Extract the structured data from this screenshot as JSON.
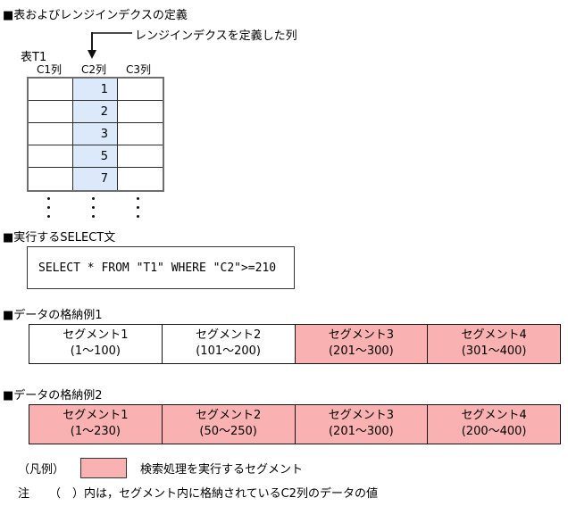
{
  "colors": {
    "page_bg": "#ffffff",
    "highlight_blue": "#dbe9fa",
    "highlight_pink": "#f9b1b1"
  },
  "definition": {
    "heading": "■表およびレンジインデクスの定義",
    "arrow_label": "レンジインデクスを定義した列",
    "table_name": "表T1",
    "columns": [
      "C1列",
      "C2列",
      "C3列"
    ],
    "c2_values": [
      "1",
      "2",
      "3",
      "5",
      "7"
    ]
  },
  "select_section": {
    "heading": "■実行するSELECT文",
    "statement": "SELECT * FROM \"T1\" WHERE \"C2\">=210"
  },
  "example1": {
    "heading": "■データの格納例1",
    "segments": [
      {
        "name": "セグメント1",
        "range": "(1～100)",
        "highlight": false
      },
      {
        "name": "セグメント2",
        "range": "(101～200)",
        "highlight": false
      },
      {
        "name": "セグメント3",
        "range": "(201～300)",
        "highlight": true
      },
      {
        "name": "セグメント4",
        "range": "(301～400)",
        "highlight": true
      }
    ]
  },
  "example2": {
    "heading": "■データの格納例2",
    "segments": [
      {
        "name": "セグメント1",
        "range": "(1～230)",
        "highlight": true
      },
      {
        "name": "セグメント2",
        "range": "(50～250)",
        "highlight": true
      },
      {
        "name": "セグメント3",
        "range": "(201～300)",
        "highlight": true
      },
      {
        "name": "セグメント4",
        "range": "(200～400)",
        "highlight": true
      }
    ]
  },
  "legend": {
    "label": "（凡例）",
    "description": "検索処理を実行するセグメント"
  },
  "note": {
    "prefix": "注",
    "text": "（　）内は，セグメント内に格納されているC2列のデータの値"
  }
}
